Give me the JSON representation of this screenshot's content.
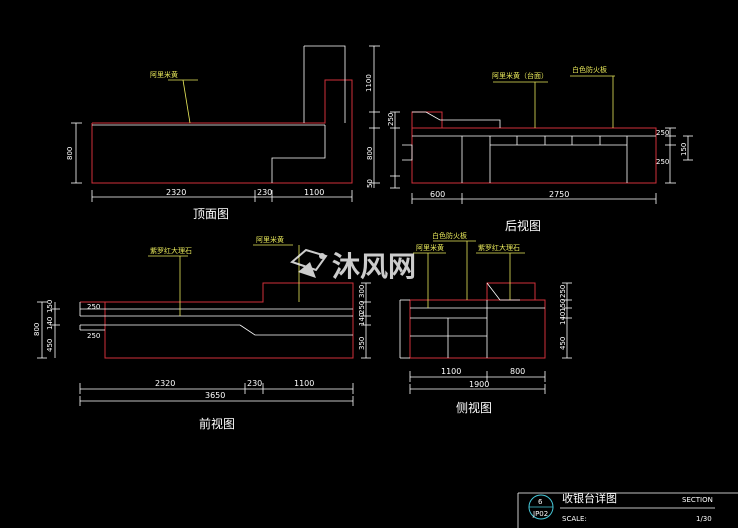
{
  "views": {
    "top": {
      "title": "顶面图",
      "note": "阿里米黄",
      "dims_h": [
        "2320",
        "230",
        "1100"
      ],
      "dims_v": [
        "800"
      ]
    },
    "back": {
      "title": "后视图",
      "note_left": "阿里米黄（台面）",
      "note_right": "白色防火板",
      "dims_h": [
        "600",
        "2750"
      ],
      "dims_v": [
        "1100",
        "250",
        "800",
        "50"
      ],
      "dims_v_right": [
        "250",
        "250",
        "150"
      ]
    },
    "front": {
      "title": "前视图",
      "note_left": "紫罗红大理石",
      "note_right": "阿里米黄",
      "dims_h_top": [
        "2320",
        "230",
        "1100"
      ],
      "dims_h_total": "3650",
      "dims_v_left": [
        "150",
        "140",
        "800",
        "450"
      ],
      "dims_v_right": [
        "300",
        "250",
        "140",
        "350"
      ],
      "side_labels": [
        "250",
        "250"
      ]
    },
    "side": {
      "title": "侧视图",
      "note_a": "阿里米黄",
      "note_b": "白色防火板",
      "note_c": "紫罗红大理石",
      "dims_h": [
        "1100",
        "800"
      ],
      "dims_h_total": "1900",
      "dims_v": [
        "250",
        "150",
        "140",
        "450"
      ]
    }
  },
  "watermark": {
    "text": "沐风网"
  },
  "title_block": {
    "circle_top": "6",
    "circle_bottom": "JP02",
    "title": "收银台详图",
    "section": "SECTION",
    "scale_label": "SCALE:",
    "scale_value": "1/30"
  },
  "colors": {
    "background": "#000000",
    "outline": "#d0303a",
    "frame": "#ffffff",
    "note": "#e8e85a",
    "watermark": "#ffffff"
  }
}
